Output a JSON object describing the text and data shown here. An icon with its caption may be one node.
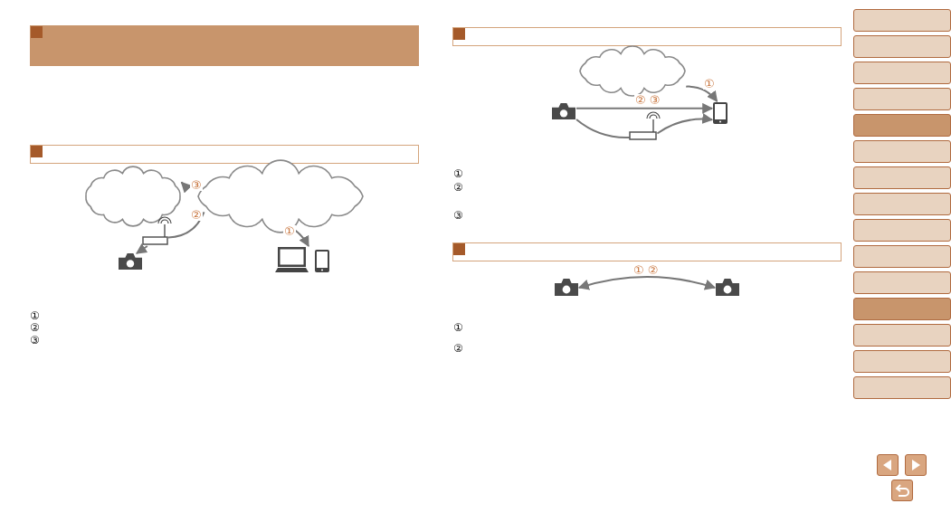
{
  "diagram": {
    "nodes": [
      {
        "text": [],
        "shape": "cloud"
      },
      {
        "text": [],
        "shape": "cloud"
      },
      {
        "text": [],
        "shape": "box"
      },
      {
        "text": [],
        "shape": "camera"
      },
      {
        "text": [],
        "shape": "laptop"
      },
      {
        "text": [],
        "shape": "tablet"
      },
      {
        "text": [],
        "shape": "cloud"
      },
      {
        "text": [],
        "shape": "camera"
      },
      {
        "text": [],
        "shape": "tablet"
      },
      {
        "text": [],
        "shape": "box"
      },
      {
        "text": [],
        "shape": "camera"
      },
      {
        "text": [],
        "shape": "camera"
      }
    ],
    "edges": [
      {
        "from": 1,
        "to": 0,
        "arrow": "to",
        "label": "③"
      },
      {
        "from": 2,
        "to": 1,
        "arrow": "none",
        "label": "②"
      },
      {
        "from": 2,
        "to": 3,
        "arrow": "to"
      },
      {
        "from": 1,
        "to": 4,
        "arrow": "to",
        "label": "①"
      },
      {
        "from": 6,
        "to": 8,
        "arrow": "to",
        "label": "①"
      },
      {
        "from": 7,
        "to": 8,
        "arrow": "to",
        "label": "② ③"
      },
      {
        "from": 7,
        "to": 9,
        "arrow": "none"
      },
      {
        "from": 9,
        "to": 8,
        "arrow": "to"
      },
      {
        "from": 10,
        "to": 11,
        "arrow": "both",
        "label": "① ②"
      }
    ],
    "labels": [
      "①",
      "②",
      "③",
      "①",
      "②",
      "③",
      "①",
      "②"
    ]
  }
}
